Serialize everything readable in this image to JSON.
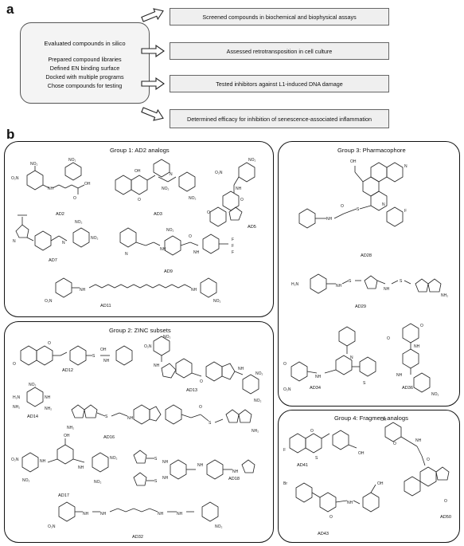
{
  "panel_a": {
    "label": "a",
    "evaluated": {
      "title": "Evaluated compounds in silico",
      "items": [
        "Prepared compound libraries",
        "Defined EN binding surface",
        "Docked with multiple programs",
        "Chose compounds for testing"
      ]
    },
    "steps": [
      "Screened compounds in biochemical and biophysical assays",
      "Assessed retrotransposition in cell culture",
      "Tested inhibitors against L1-induced DNA damage",
      "Determined efficacy for inhibition of senescence-associated inflammation"
    ]
  },
  "panel_b": {
    "label": "b",
    "groups": [
      {
        "title": "Group 1: AD2 analogs",
        "compounds": [
          "AD2",
          "AD3",
          "AD5",
          "AD7",
          "AD9",
          "AD11"
        ]
      },
      {
        "title": "Group 2: ZINC subsets",
        "compounds": [
          "AD12",
          "AD13",
          "AD14",
          "AD16",
          "AD17",
          "AD18",
          "AD32"
        ]
      },
      {
        "title": "Group 3: Pharmacophore",
        "compounds": [
          "AD28",
          "AD29",
          "AD34",
          "AD36"
        ]
      },
      {
        "title": "Group 4: Fragment analogs",
        "compounds": [
          "AD41",
          "AD50",
          "AD43"
        ]
      }
    ]
  },
  "atom_labels": {
    "nitro": "NO₂",
    "o2n": "O₂N",
    "nh2": "NH₂",
    "h2n": "H₂N",
    "cooh": "OH",
    "nh": "NH",
    "oh": "OH",
    "n": "N",
    "s": "S",
    "o": "O",
    "f": "F",
    "br": "Br",
    "cf3": "F"
  }
}
